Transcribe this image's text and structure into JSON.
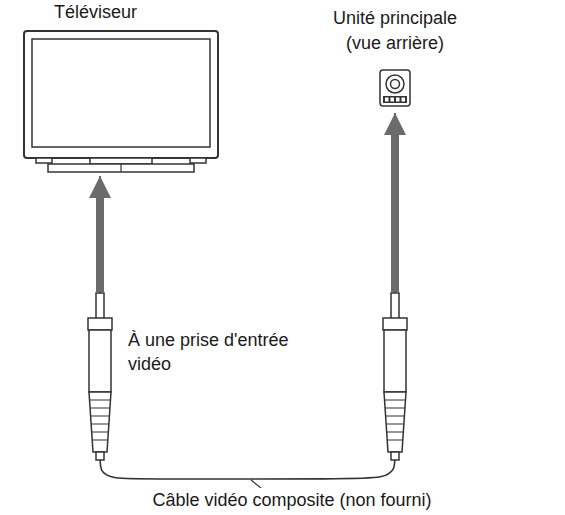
{
  "diagram": {
    "nodes": [
      {
        "text": [
          "Téléviseur"
        ]
      },
      {
        "text": [
          "Unité principale (vue arrière)"
        ]
      }
    ],
    "edges": [
      {
        "from": 0,
        "to": 1,
        "arrow": "both",
        "label": "Câble vidéo composite (non fourni)"
      }
    ],
    "labels": [
      "À une prise d'entrée vidéo"
    ]
  }
}
